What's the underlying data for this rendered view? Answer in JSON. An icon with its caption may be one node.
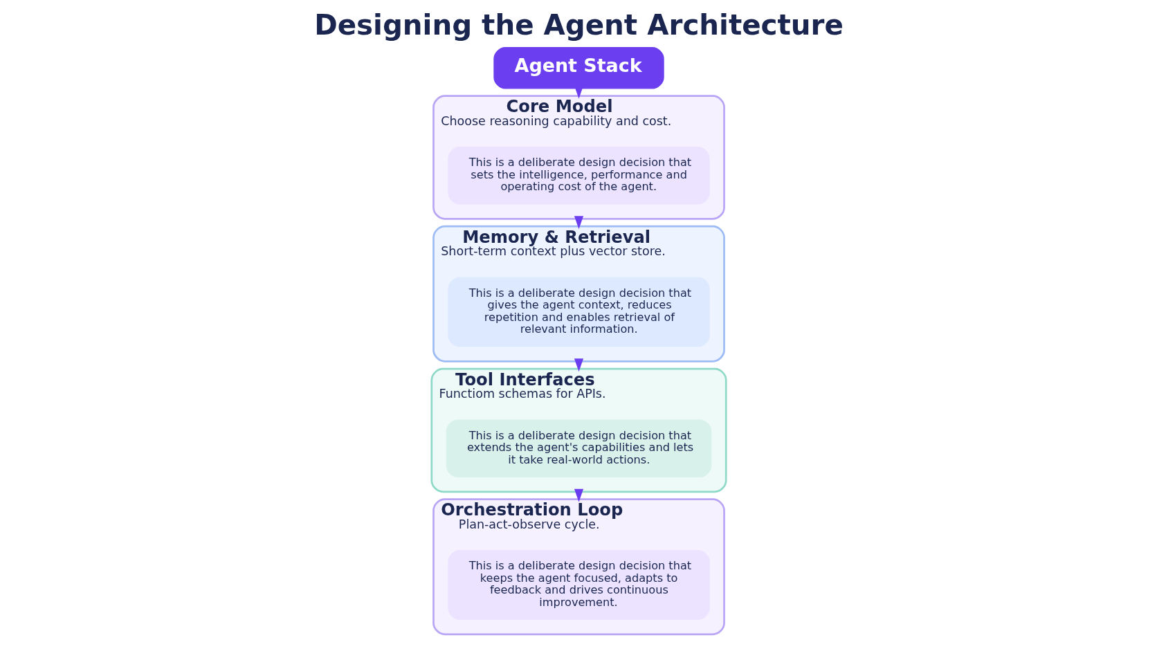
{
  "diagram": {
    "title": "Designing the Agent Architecture",
    "nodes": [
      {
        "text": [
          "Agent Stack"
        ]
      },
      {
        "text": [
          "Core Model",
          "Choose reasoning capability and cost."
        ]
      },
      {
        "text": [
          "This is a deliberate design decision that sets the intelligence, performance and operating cost of the agent."
        ],
        "in": 1
      },
      {
        "text": [
          "Memory & Retrieval",
          "Short-term context plus vector store."
        ]
      },
      {
        "text": [
          "This is a deliberate design decision that gives the agent context, reduces repetition and enables retrieval of relevant information."
        ],
        "in": 3
      },
      {
        "text": [
          "Tool Interfaces",
          "Functiom schemas for APIs."
        ]
      },
      {
        "text": [
          "This is a deliberate design decision that extends the agent's capabilities and lets it take real-world actions."
        ],
        "in": 5
      },
      {
        "text": [
          "Orchestration Loop",
          "Plan-act-observe cycle."
        ]
      },
      {
        "text": [
          "This is a deliberate design decision that keeps the agent focused, adapts to feedback and drives continuous improvement."
        ],
        "in": 7
      }
    ],
    "edges": [
      {
        "from": 0,
        "to": 1,
        "arrow": "to"
      },
      {
        "from": 1,
        "to": 3,
        "arrow": "to"
      },
      {
        "from": 3,
        "to": 5,
        "arrow": "to"
      },
      {
        "from": 5,
        "to": 7,
        "arrow": "to"
      }
    ]
  }
}
